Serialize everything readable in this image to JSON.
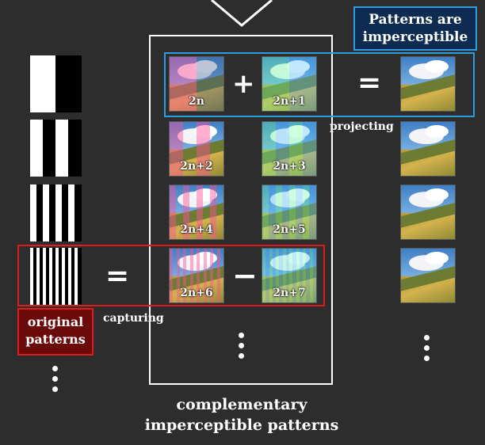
{
  "labels": {
    "blue_box": "Patterns are imperceptible",
    "red_box": "original patterns",
    "projecting": "projecting",
    "capturing": "capturing",
    "caption": "complementary imperceptible patterns"
  },
  "operators": {
    "plus": "+",
    "equals_top": "=",
    "equals_left": "=",
    "minus": "−"
  },
  "patterns": [
    {
      "label_left": "2n",
      "label_right": "2n+1"
    },
    {
      "label_left": "2n+2",
      "label_right": "2n+3"
    },
    {
      "label_left": "2n+4",
      "label_right": "2n+5"
    },
    {
      "label_left": "2n+6",
      "label_right": "2n+7"
    }
  ],
  "colors": {
    "background": "#2d2d2d",
    "blue_accent": "#2f9be0",
    "red_accent": "#dd1c1c",
    "pink_tint": "#ff5fa0",
    "green_tint": "#6cff9a",
    "cyan_tint": "#4fc3ff"
  }
}
